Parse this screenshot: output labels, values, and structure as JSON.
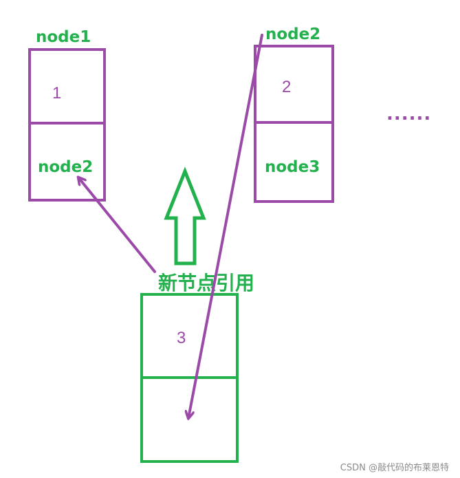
{
  "colors": {
    "purple": "#9b4aa8",
    "green": "#22b14c",
    "watermark": "#8a8a8a"
  },
  "node1": {
    "label": "node1",
    "data": "1",
    "next": "node2"
  },
  "node2": {
    "label": "node2",
    "data": "2",
    "next": "node3"
  },
  "more": "......",
  "new_node": {
    "caption": "新节点引用",
    "data": "3"
  },
  "watermark": "CSDN @敲代码的布莱恩特"
}
